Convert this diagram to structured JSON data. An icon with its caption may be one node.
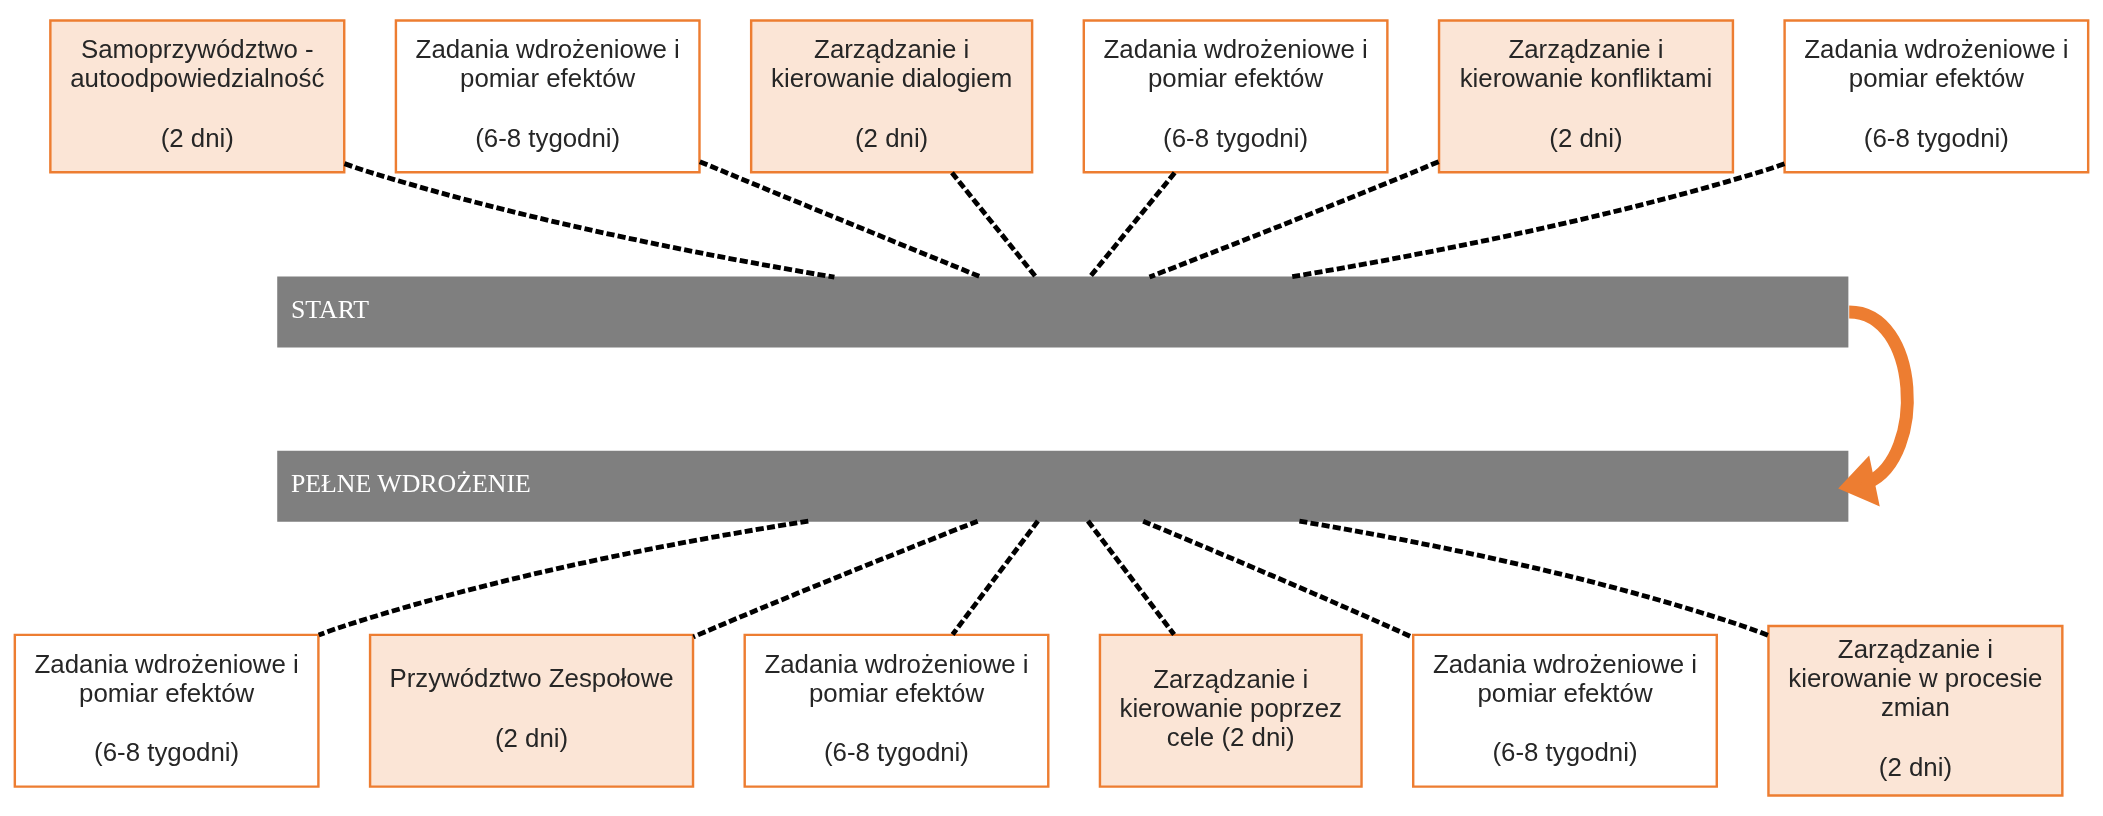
{
  "diagram": {
    "nodes": [
      {
        "text": [
          "Samoprzywództwo - autoodpowiedzialność",
          "(2 dni)"
        ]
      },
      {
        "text": [
          "Zadania wdrożeniowe i pomiar efektów",
          "(6-8 tygodni)"
        ]
      },
      {
        "text": [
          "Zarządzanie i kierowanie dialogiem",
          "(2 dni)"
        ]
      },
      {
        "text": [
          "Zadania wdrożeniowe i pomiar efektów",
          "(6-8 tygodni)"
        ]
      },
      {
        "text": [
          "Zarządzanie i kierowanie konfliktami",
          "(2 dni)"
        ]
      },
      {
        "text": [
          "Zadania wdrożeniowe i pomiar efektów",
          "(6-8 tygodni)"
        ]
      },
      {
        "text": [
          "START"
        ]
      },
      {
        "text": [
          "PEŁNE WDROŻENIE"
        ]
      },
      {
        "text": [
          "Zadania wdrożeniowe i pomiar efektów",
          "(6-8 tygodni)"
        ]
      },
      {
        "text": [
          "Przywództwo Zespołowe",
          "(2 dni)"
        ]
      },
      {
        "text": [
          "Zadania wdrożeniowe i pomiar efektów",
          "(6-8 tygodni)"
        ]
      },
      {
        "text": [
          "Zarządzanie i kierowanie poprzez cele (2 dni)"
        ]
      },
      {
        "text": [
          "Zadania wdrożeniowe i pomiar efektów",
          "(6-8 tygodni)"
        ]
      },
      {
        "text": [
          "Zarządzanie i kierowanie w procesie zmian",
          "(2 dni)"
        ]
      }
    ],
    "edges": [
      {
        "from": 0,
        "to": 6,
        "arrow": "none",
        "style": "dashed"
      },
      {
        "from": 1,
        "to": 6,
        "arrow": "none",
        "style": "dashed"
      },
      {
        "from": 2,
        "to": 6,
        "arrow": "none",
        "style": "dashed"
      },
      {
        "from": 3,
        "to": 6,
        "arrow": "none",
        "style": "dashed"
      },
      {
        "from": 4,
        "to": 6,
        "arrow": "none",
        "style": "dashed"
      },
      {
        "from": 5,
        "to": 6,
        "arrow": "none",
        "style": "dashed"
      },
      {
        "from": 6,
        "to": 7,
        "arrow": "to",
        "style": "thick",
        "color": "#ed7d31"
      },
      {
        "from": 7,
        "to": 8,
        "arrow": "none",
        "style": "dashed"
      },
      {
        "from": 7,
        "to": 9,
        "arrow": "none",
        "style": "dashed"
      },
      {
        "from": 7,
        "to": 10,
        "arrow": "none",
        "style": "dashed"
      },
      {
        "from": 7,
        "to": 11,
        "arrow": "none",
        "style": "dashed"
      },
      {
        "from": 7,
        "to": 12,
        "arrow": "none",
        "style": "dashed"
      },
      {
        "from": 7,
        "to": 13,
        "arrow": "none",
        "style": "dashed"
      }
    ]
  }
}
